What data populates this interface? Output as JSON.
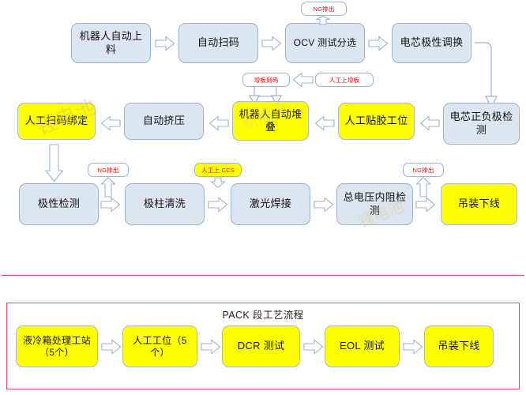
{
  "diagram": {
    "title_pack": "PACK 段工艺流程",
    "colors": {
      "blue_fill": "#dce6f1",
      "yellow_fill": "#ffff00",
      "box_border": "#9cb3cd",
      "tag_text": "#ff0000",
      "divider": "#e0405a",
      "pack_frame": "#f0475e"
    },
    "row1": [
      {
        "label": "机器人自动上料",
        "fill": "blue"
      },
      {
        "label": "自动扫码",
        "fill": "blue"
      },
      {
        "label": "OCV 测试分选",
        "fill": "blue"
      },
      {
        "label": "电芯极性调换",
        "fill": "blue"
      }
    ],
    "row2": [
      {
        "label": "人工扫码绑定",
        "fill": "yellow"
      },
      {
        "label": "自动挤压",
        "fill": "blue"
      },
      {
        "label": "机器人自动堆叠",
        "fill": "yellow"
      },
      {
        "label": "人工贴胶工位",
        "fill": "yellow"
      },
      {
        "label": "电芯正负极检测",
        "fill": "blue"
      }
    ],
    "row3": [
      {
        "label": "极性检测",
        "fill": "blue"
      },
      {
        "label": "极柱清洗",
        "fill": "blue"
      },
      {
        "label": "激光焊接",
        "fill": "blue"
      },
      {
        "label": "总电压内阻检测",
        "fill": "blue"
      },
      {
        "label": "吊装下线",
        "fill": "yellow"
      }
    ],
    "pack_row": [
      {
        "label": "液冷箱处理工站（5个）",
        "fill": "yellow"
      },
      {
        "label": "人工工位（5个）",
        "fill": "yellow"
      },
      {
        "label": "DCR 测试",
        "fill": "yellow"
      },
      {
        "label": "EOL 测试",
        "fill": "yellow"
      },
      {
        "label": "吊装下线",
        "fill": "yellow"
      }
    ],
    "tags": [
      {
        "label": "NG排出",
        "style": "white"
      },
      {
        "label": "增板刻码",
        "style": "white"
      },
      {
        "label": "人工上增板",
        "style": "white"
      },
      {
        "label": "NG排出",
        "style": "white"
      },
      {
        "label": "人工上 CCS",
        "style": "yellow"
      },
      {
        "label": "NG排出",
        "style": "white"
      }
    ],
    "watermarks": [
      "锂电池",
      "新能源"
    ]
  }
}
